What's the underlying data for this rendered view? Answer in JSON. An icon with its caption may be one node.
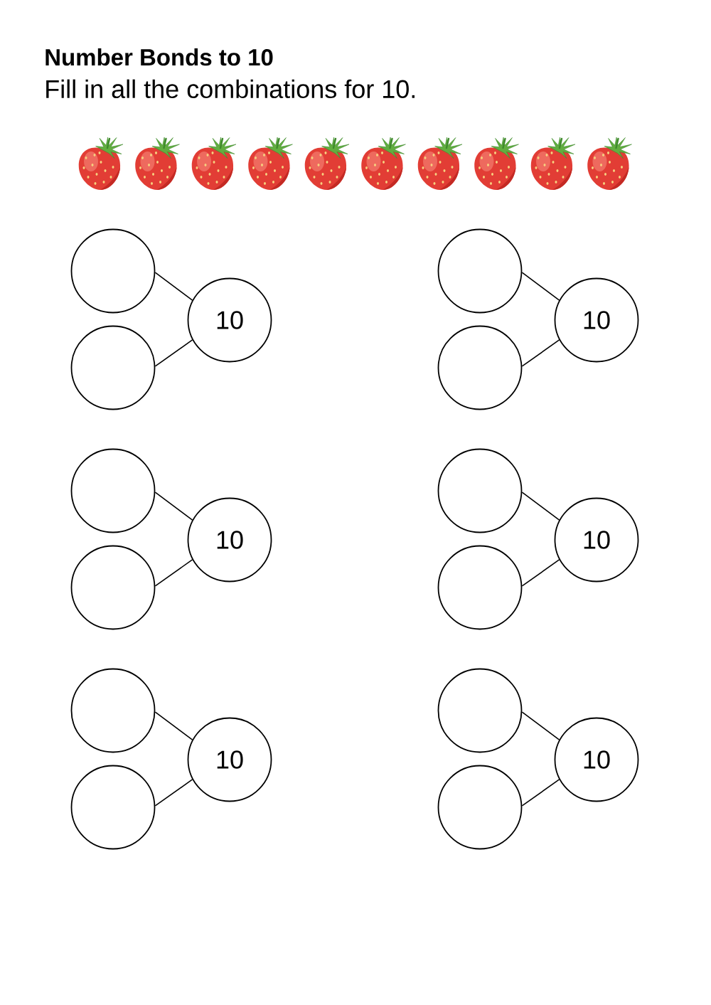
{
  "diagram": {
    "title": "Number Bonds to 10",
    "labels": [
      "Fill in all the combinations for 10."
    ],
    "nodes": [
      {
        "text": [],
        "shape": "circle"
      },
      {
        "text": [
          "10"
        ]
      },
      {
        "text": [],
        "shape": "circle"
      },
      {
        "text": [],
        "shape": "circle"
      },
      {
        "text": [
          "10"
        ]
      },
      {
        "text": [],
        "shape": "circle"
      },
      {
        "text": [],
        "shape": "circle"
      },
      {
        "text": [
          "10"
        ]
      },
      {
        "text": [],
        "shape": "circle"
      },
      {
        "text": [],
        "shape": "circle"
      },
      {
        "text": [
          "10"
        ]
      },
      {
        "text": [],
        "shape": "circle"
      },
      {
        "text": [],
        "shape": "circle"
      },
      {
        "text": [
          "10"
        ]
      },
      {
        "text": [],
        "shape": "circle"
      },
      {
        "text": [],
        "shape": "circle"
      },
      {
        "text": [
          "10"
        ]
      },
      {
        "text": [],
        "shape": "circle"
      }
    ],
    "edges": [
      {
        "from": 0,
        "to": 1,
        "arrow": "none"
      },
      {
        "from": 2,
        "to": 1,
        "arrow": "none"
      },
      {
        "from": 3,
        "to": 4,
        "arrow": "none"
      },
      {
        "from": 5,
        "to": 4,
        "arrow": "none"
      },
      {
        "from": 6,
        "to": 7,
        "arrow": "none"
      },
      {
        "from": 8,
        "to": 7,
        "arrow": "none"
      },
      {
        "from": 9,
        "to": 10,
        "arrow": "none"
      },
      {
        "from": 11,
        "to": 10,
        "arrow": "none"
      },
      {
        "from": 12,
        "to": 13,
        "arrow": "none"
      },
      {
        "from": 14,
        "to": 13,
        "arrow": "none"
      },
      {
        "from": 15,
        "to": 16,
        "arrow": "none"
      },
      {
        "from": 17,
        "to": 16,
        "arrow": "none"
      }
    ]
  }
}
